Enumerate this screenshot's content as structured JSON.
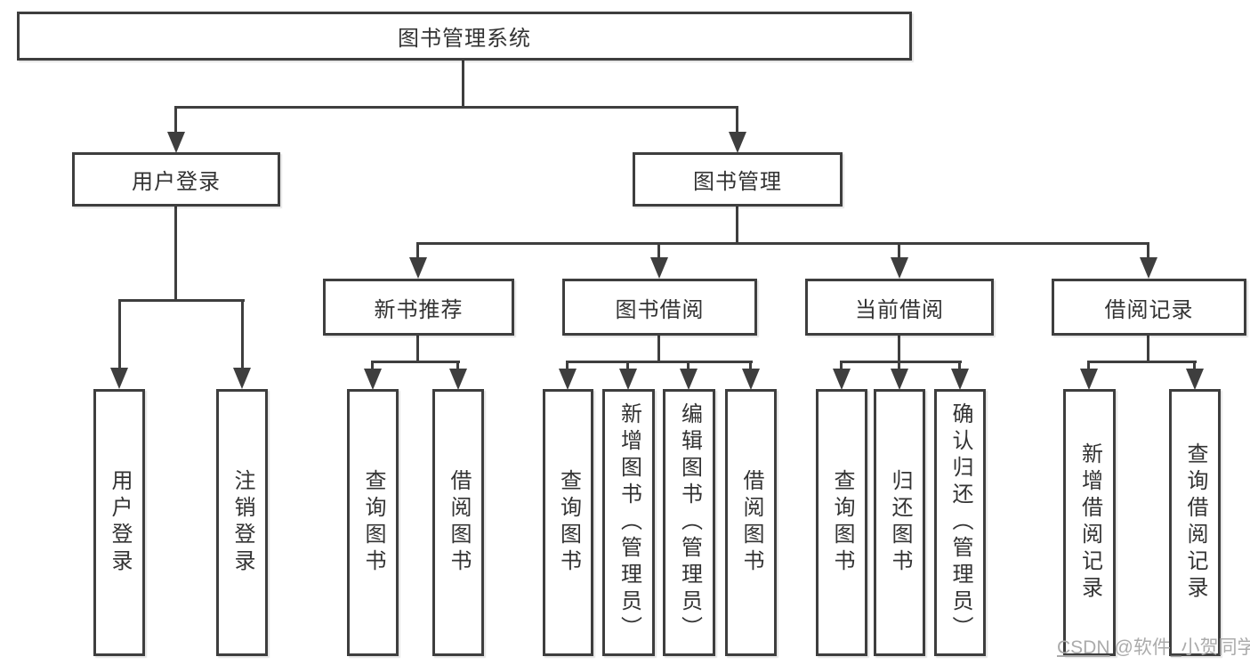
{
  "diagram": {
    "root": {
      "label": "图书管理系统"
    },
    "user_login": {
      "label": "用户登录",
      "children": [
        {
          "label": "用户登录"
        },
        {
          "label": "注销登录"
        }
      ]
    },
    "book_management": {
      "label": "图书管理",
      "sections": [
        {
          "label": "新书推荐",
          "children": [
            {
              "label": "查询图书"
            },
            {
              "label": "借阅图书"
            }
          ]
        },
        {
          "label": "图书借阅",
          "children": [
            {
              "label": "查询图书"
            },
            {
              "label": "新增图书（管理员）"
            },
            {
              "label": "编辑图书（管理员）"
            },
            {
              "label": "借阅图书"
            }
          ]
        },
        {
          "label": "当前借阅",
          "children": [
            {
              "label": "查询图书"
            },
            {
              "label": "归还图书"
            },
            {
              "label": "确认归还（管理员）"
            }
          ]
        },
        {
          "label": "借阅记录",
          "children": [
            {
              "label": "新增借阅记录"
            },
            {
              "label": "查询借阅记录"
            }
          ]
        }
      ]
    }
  },
  "watermark": {
    "prefix": "CSDN",
    "handle": "@软件_小贺同学"
  },
  "colors": {
    "line": "#3e3e3e",
    "text": "#333333",
    "background": "#ffffff",
    "watermark": "#ababab"
  }
}
